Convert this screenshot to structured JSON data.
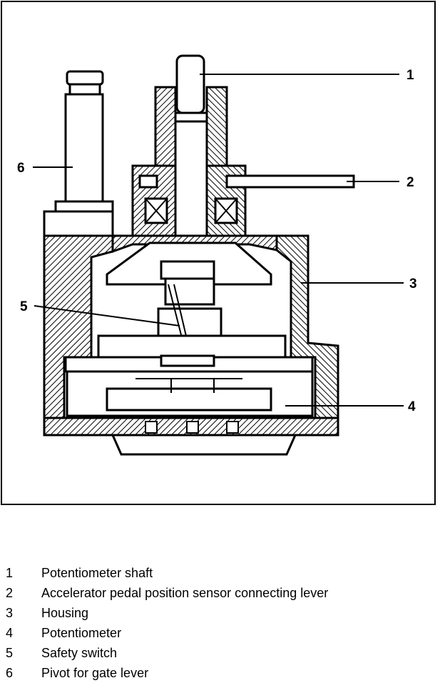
{
  "callouts": [
    "1",
    "2",
    "3",
    "4",
    "5",
    "6"
  ],
  "legend": [
    {
      "num": "1",
      "text": "Potentiometer shaft"
    },
    {
      "num": "2",
      "text": "Accelerator pedal position sensor connecting lever"
    },
    {
      "num": "3",
      "text": "Housing"
    },
    {
      "num": "4",
      "text": "Potentiometer"
    },
    {
      "num": "5",
      "text": "Safety switch"
    },
    {
      "num": "6",
      "text": "Pivot for gate lever"
    }
  ],
  "colors": {
    "ink": "#000000",
    "paper": "#ffffff"
  }
}
